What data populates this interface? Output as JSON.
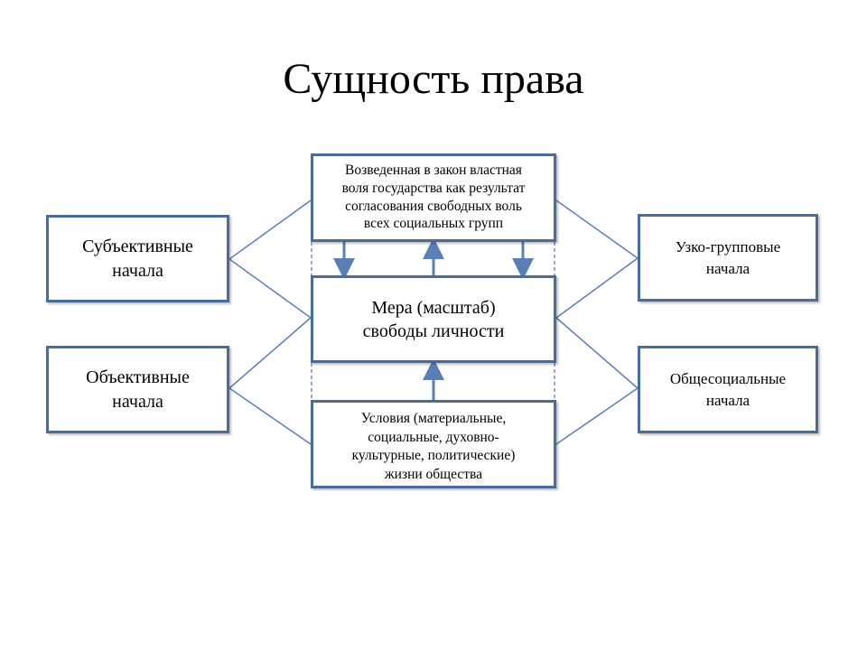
{
  "slide": {
    "title": "Сущность права"
  },
  "diagram": {
    "top_box": "Возведенная в закон властная\nволя государства как результат\nсогласования свободных воль\nвсех социальных групп",
    "center_box": "Мера (масштаб)\nсвободы личности",
    "bottom_box": "Условия (материальные,\nсоциальные, духовно-\nкультурные, политические)\nжизни общества",
    "left_top_box": "Субъективные\nначала",
    "left_bottom_box": "Объективные\nначала",
    "right_top_box": "Узко-групповые\nначала",
    "right_bottom_box": "Общесоциальные\nначала",
    "colors": {
      "box_border": "#4a6c9b",
      "connector": "#5b7fb5"
    }
  }
}
